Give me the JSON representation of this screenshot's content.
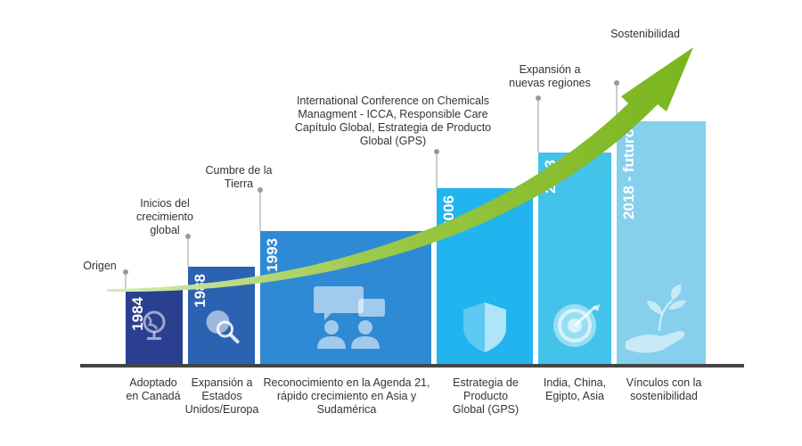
{
  "timeline": {
    "milestones": [
      {
        "year": "1984",
        "event_lines": [
          "Origen"
        ],
        "desc_lines": [
          "Adoptado",
          "en Canadá"
        ],
        "color": "#2a3f8f",
        "icon": "globe-icon"
      },
      {
        "year": "1988",
        "event_lines": [
          "Inicios del",
          "crecimiento",
          "global"
        ],
        "desc_lines": [
          "Expansión a",
          "Estados",
          "Unidos/Europa"
        ],
        "color": "#2b62b2",
        "icon": "magnifier-globe-icon"
      },
      {
        "year": "1993",
        "event_lines": [
          "Cumbre de la",
          "Tierra"
        ],
        "desc_lines": [
          "Reconocimiento en la Agenda 21,",
          "rápido crecimiento en Asia y",
          "Sudamérica"
        ],
        "color": "#2f8ad6",
        "icon": "people-talking-icon"
      },
      {
        "year": "2006",
        "event_lines": [
          "International Conference on Chemicals",
          "Managment - ICCA, Responsible Care",
          "Capítulo Global, Estrategia de Producto",
          "Global (GPS)"
        ],
        "desc_lines": [
          "Estrategia de",
          "Producto",
          "Global (GPS)"
        ],
        "color": "#21b4ef",
        "icon": "shield-icon"
      },
      {
        "year": "2013",
        "event_lines": [
          "Expansión a",
          "nuevas regiones"
        ],
        "desc_lines": [
          "India, China,",
          "Egipto, Asia"
        ],
        "color": "#44c3ea",
        "icon": "target-icon"
      },
      {
        "year": "2018 - futuro",
        "event_lines": [
          "Sostenibilidad"
        ],
        "desc_lines": [
          "Vínculos con la",
          "sostenibilidad"
        ],
        "color": "#86d0ee",
        "icon": "plant-hand-icon"
      }
    ],
    "arrow_color": "#7ab51d",
    "baseline_color": "#444444",
    "leader_color": "#999999"
  }
}
